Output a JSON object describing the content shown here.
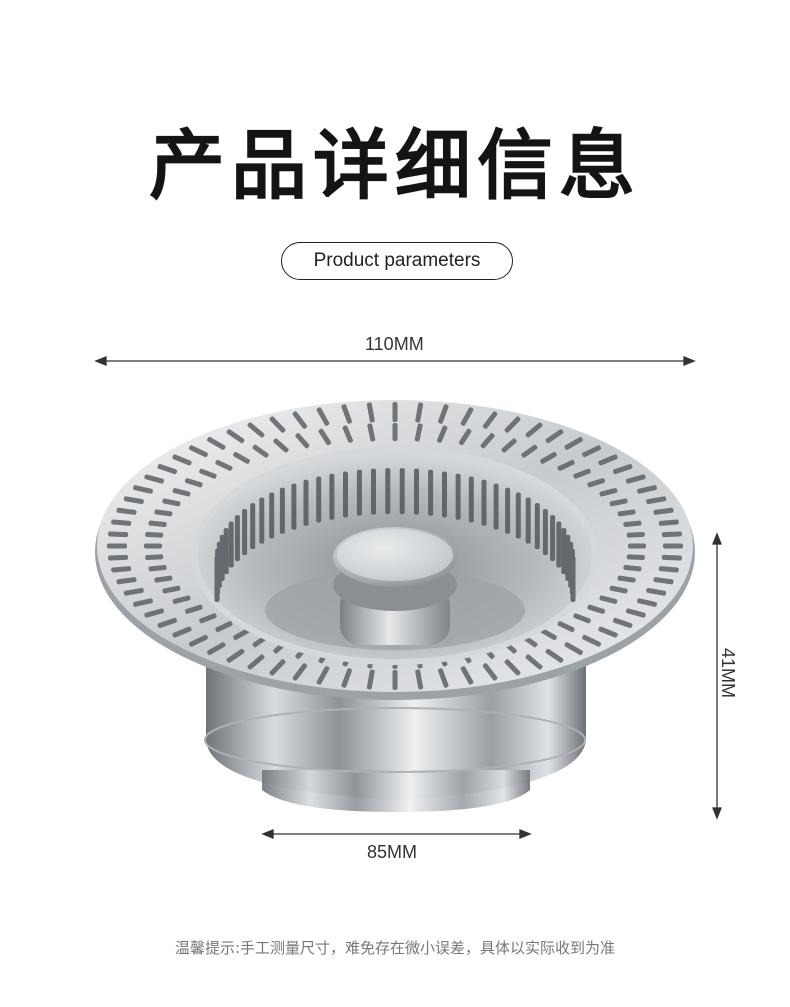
{
  "title": "产品详细信息",
  "subtitle": "Product parameters",
  "dimensions": {
    "width_top": "110MM",
    "width_bottom": "85MM",
    "height": "41MM"
  },
  "note": "温馨提示:手工测量尺寸，难免存在微小误差，具体以实际收到为准",
  "colors": {
    "background": "#ffffff",
    "steel": "#b9bcc0",
    "text_dark": "#141414",
    "note_gray": "#777777"
  }
}
